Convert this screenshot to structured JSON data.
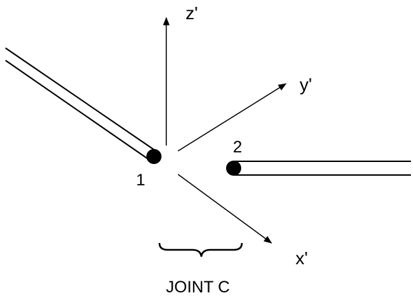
{
  "axes": {
    "z_label": "z'",
    "y_label": "y'",
    "x_label": "x'"
  },
  "nodes": {
    "node1_label": "1",
    "node2_label": "2"
  },
  "caption": "JOINT C",
  "colors": {
    "stroke": "#000000",
    "background": "#ffffff"
  }
}
